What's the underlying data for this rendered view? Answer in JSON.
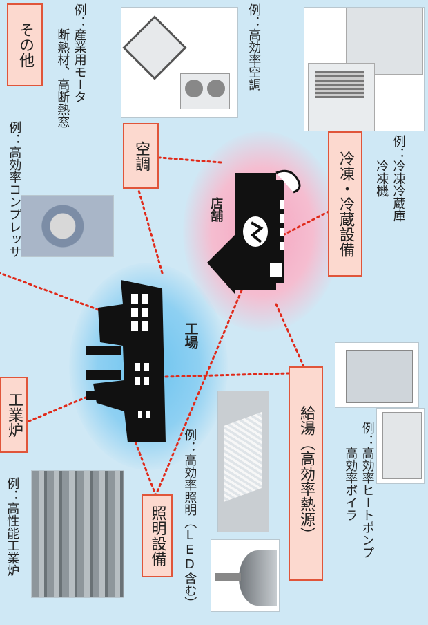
{
  "center": {
    "factory_label": "工場",
    "shop_label": "店舗"
  },
  "categories": {
    "furnace": {
      "label": "工業炉",
      "example": "例：高性能工業炉"
    },
    "lighting": {
      "label": "照明設備",
      "example": "例：高効率照明（LED含む）"
    },
    "hotwater": {
      "label": "給湯（高効率熱源）",
      "example": "例：高効率ヒートポンプ\n　　高効率ボイラ"
    },
    "refrigeration": {
      "label": "冷凍・冷蔵設備",
      "example": "例：冷凍冷蔵庫\n　　冷凍機"
    },
    "aircon": {
      "label": "空調",
      "example": "例：高効率空調"
    },
    "compressor": {
      "example": "例：高効率コンプレッサ"
    },
    "other": {
      "label": "その他",
      "example": "例：産業用モータ\n　　断熱材、高断熱窓"
    }
  },
  "colors": {
    "background": "#cfe8f5",
    "box_fill": "#fcd9cf",
    "box_border": "#e0553a",
    "connector": "#e02a1a",
    "factory_glow": "#1e9ee0",
    "shop_glow": "#f07aa0"
  }
}
